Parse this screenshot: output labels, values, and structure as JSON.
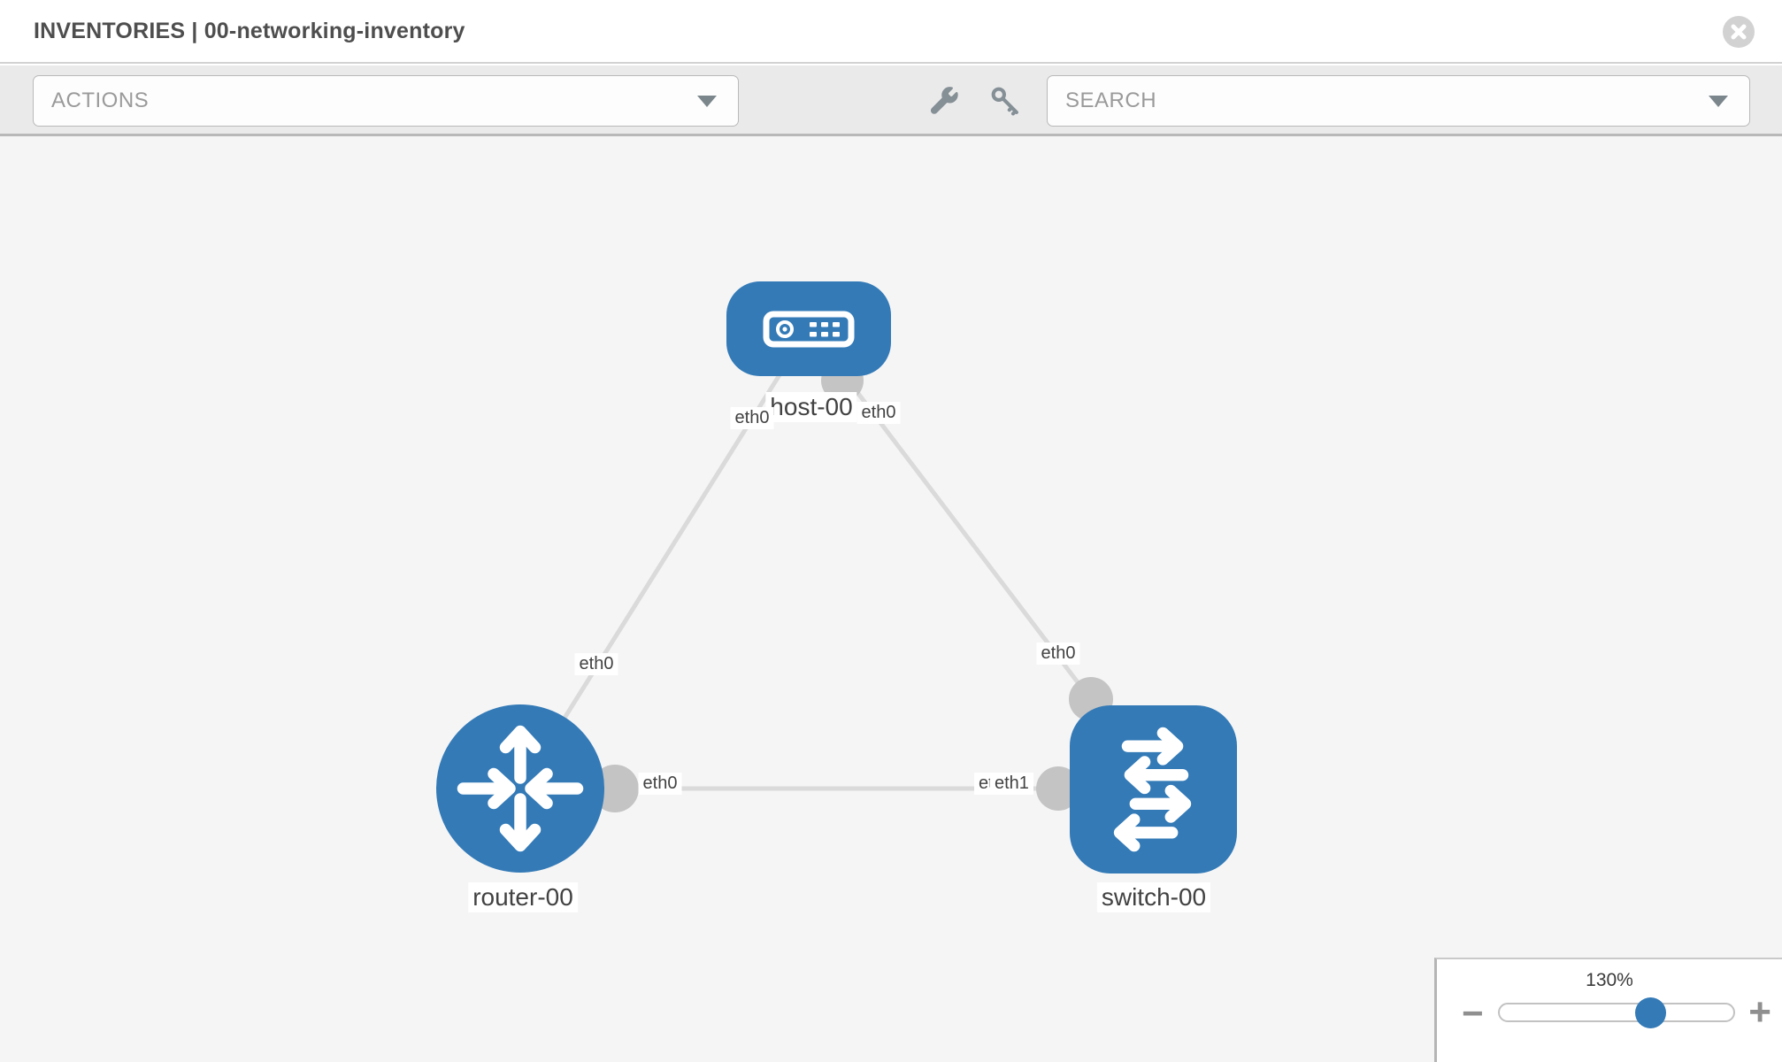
{
  "header": {
    "title": "INVENTORIES | 00-networking-inventory"
  },
  "toolbar": {
    "actions_label": "ACTIONS",
    "search_label": "SEARCH",
    "icons": [
      "wrench-icon",
      "key-icon"
    ]
  },
  "topology": {
    "nodes": [
      {
        "label": "host-00",
        "type": "host",
        "icon": "server-icon"
      },
      {
        "label": "router-00",
        "type": "router",
        "icon": "router-arrows-icon"
      },
      {
        "label": "switch-00",
        "type": "switch",
        "icon": "switch-arrows-icon"
      }
    ],
    "links": [
      {
        "from": "host-00",
        "to": "router-00",
        "from_if": "eth0",
        "to_if": "eth0"
      },
      {
        "from": "host-00",
        "to": "switch-00",
        "from_if": "eth0",
        "to_if": "eth0"
      },
      {
        "from": "router-00",
        "to": "switch-00",
        "from_if": "eth0",
        "to_if": "eth1"
      }
    ],
    "if_labels": [
      "eth0",
      "eth0",
      "eth0",
      "eth0",
      "eth0",
      "eth0",
      "eth1"
    ]
  },
  "zoom": {
    "level": "130%",
    "minus": "−",
    "plus": "+"
  },
  "colors": {
    "node": "#337ab7",
    "accent": "#337ab7",
    "link": "#dadada",
    "port": "#c4c4c4",
    "canvas": "#f5f5f5",
    "toolbar": "#eaeaea"
  }
}
